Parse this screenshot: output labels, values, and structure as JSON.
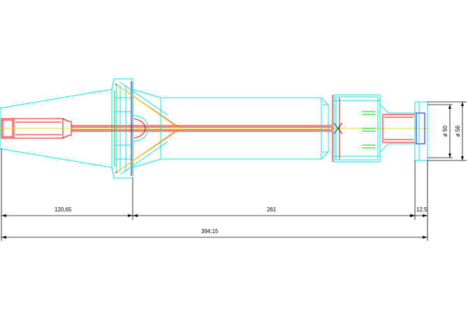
{
  "drawing": {
    "colors": {
      "outline": "#00e5e5",
      "core": "#ff0000",
      "axis": "#e5e500",
      "accent": "#00cc00",
      "highlight": "#0000ff",
      "dimension": "#000000",
      "background": "#ffffff"
    },
    "dimensions": {
      "d1": "120,65",
      "d2": "261",
      "d3": "12,5",
      "d4": "394,15",
      "dia_inner": "ø 50",
      "dia_outer": "ø 56"
    }
  }
}
